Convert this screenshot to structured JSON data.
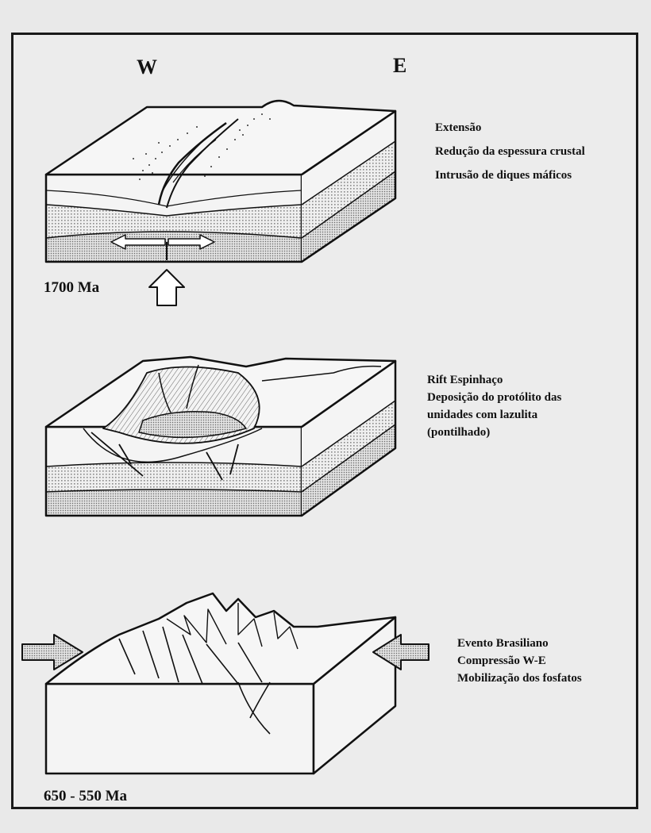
{
  "directions": {
    "west": "W",
    "east": "E"
  },
  "stages": [
    {
      "age": "1700 Ma",
      "notes": [
        "Extensão",
        "Redução da espessura crustal",
        "Intrusão de diques máficos"
      ]
    },
    {
      "age": "",
      "notes": [
        "Rift Espinhaço",
        "Deposição do protólito das",
        "unidades com lazulita",
        "(pontilhado)"
      ]
    },
    {
      "age": "650 - 550 Ma",
      "notes": [
        "Evento Brasiliano",
        "Compressão W-E",
        "Mobilização dos fosfatos"
      ]
    }
  ],
  "colors": {
    "ink": "#111111",
    "background": "#ececec",
    "dot_fill": "#7a7a7a"
  }
}
